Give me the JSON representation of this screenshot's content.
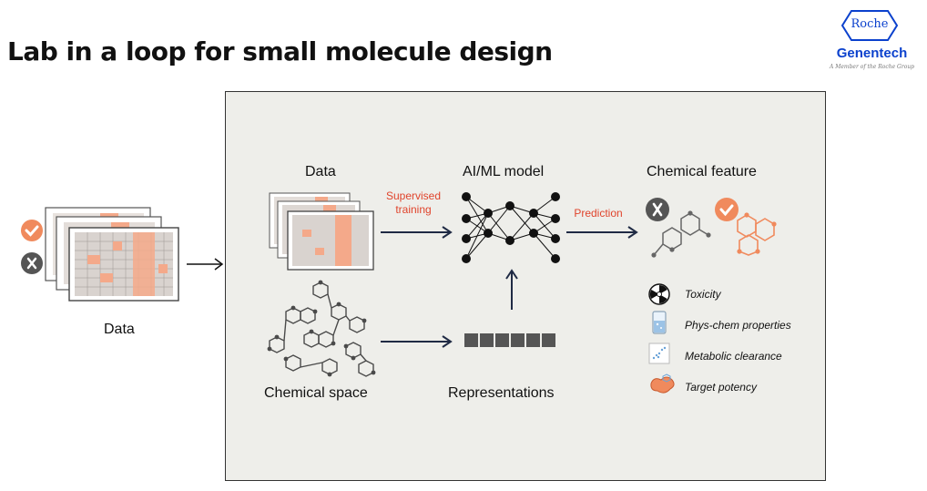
{
  "title": "Lab in a loop for small molecule design",
  "logo": {
    "roche": "Roche",
    "genentech": "Genentech",
    "tagline": "A Member of the Roche Group"
  },
  "left": {
    "data_label": "Data"
  },
  "panel": {
    "data_label": "Data",
    "model_label": "AI/ML model",
    "feature_label": "Chemical feature",
    "chemical_space_label": "Chemical space",
    "representations_label": "Representations",
    "supervised_label": "Supervised training",
    "prediction_label": "Prediction"
  },
  "features": [
    "Toxicity",
    "Phys-chem properties",
    "Metabolic clearance",
    "Target potency"
  ],
  "colors": {
    "accent": "#f08a5d",
    "red_text": "#e0442c",
    "brand_blue": "#0b41cd",
    "dark": "#333333"
  },
  "icons": [
    "check-icon",
    "x-icon",
    "radiation-icon",
    "beaker-icon",
    "scatter-icon",
    "protein-icon",
    "neural-network-icon",
    "molecule-icon"
  ]
}
